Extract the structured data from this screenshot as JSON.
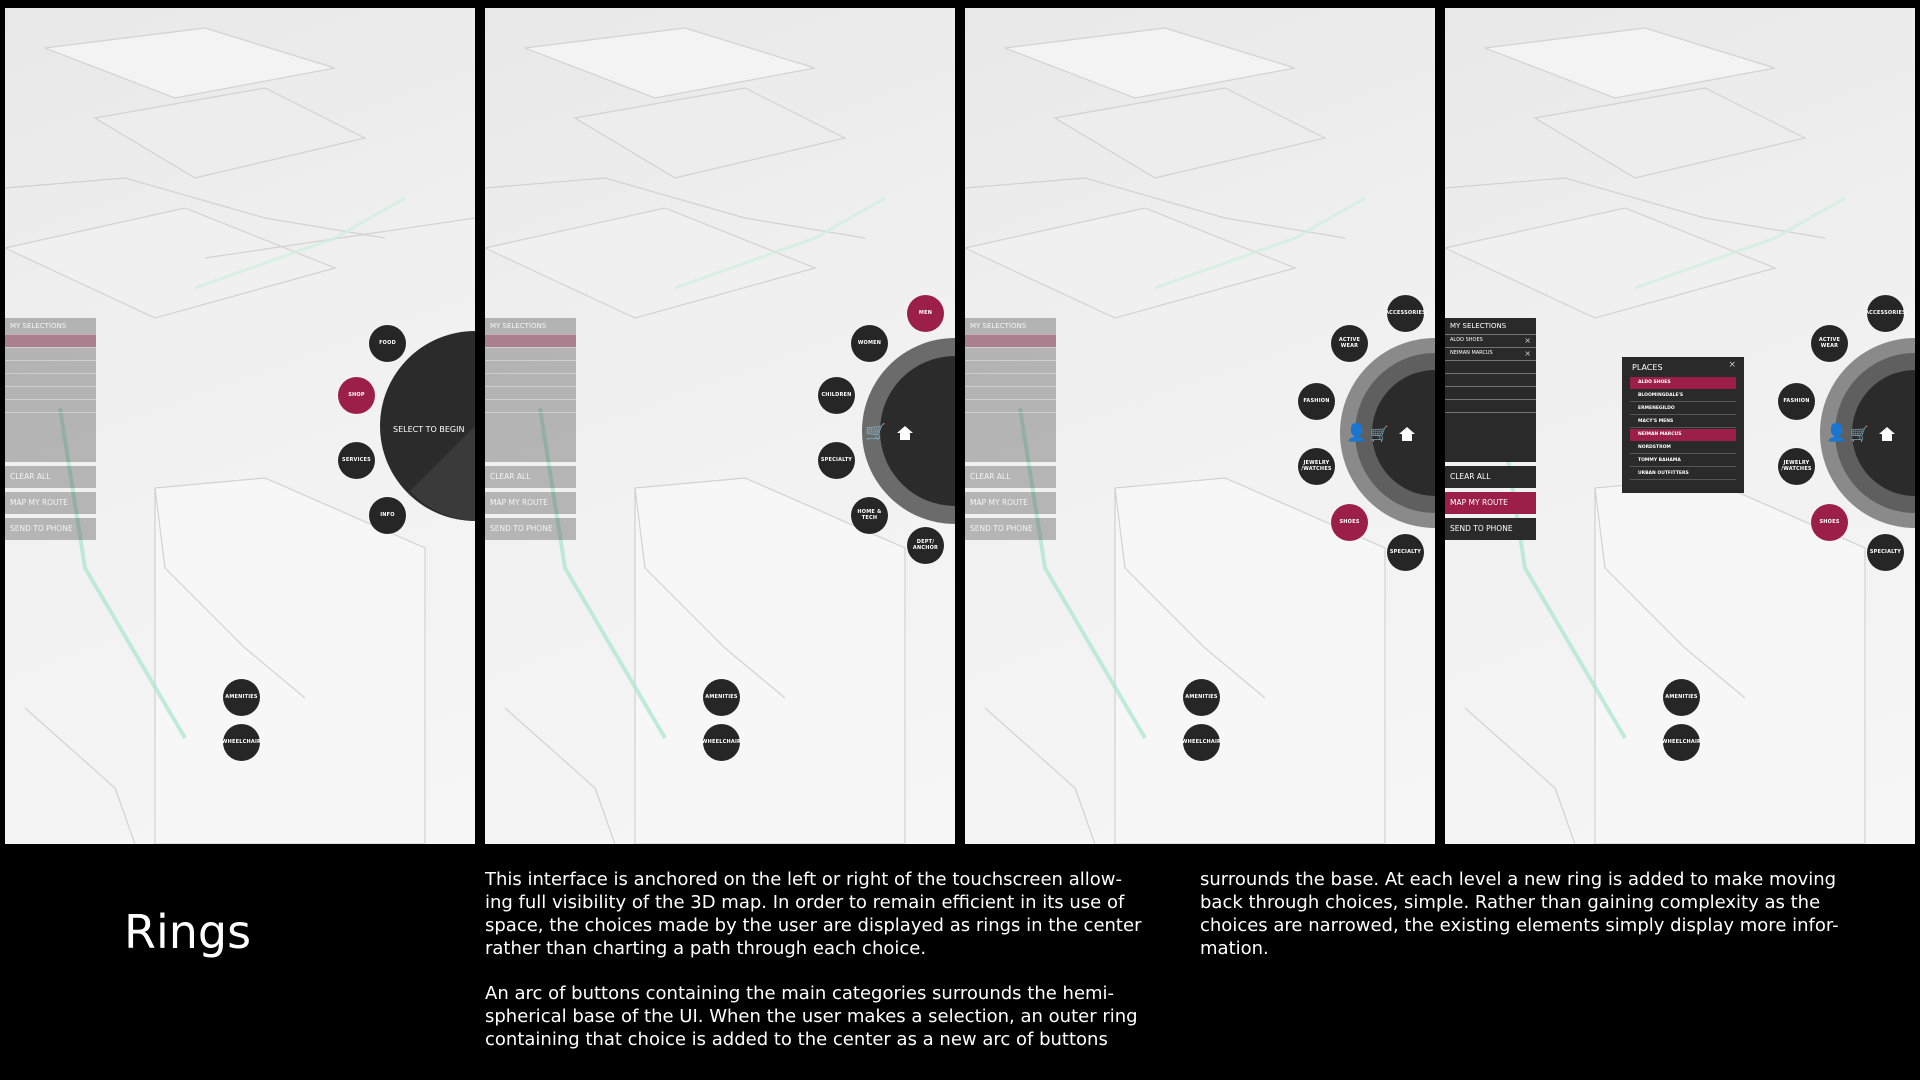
{
  "sidebar": {
    "header": "MY SELECTIONS",
    "actions": {
      "clear": "CLEAR ALL",
      "route": "MAP MY ROUTE",
      "phone": "SEND TO PHONE"
    },
    "selections": [
      "ALDO SHOES",
      "NEIMAN MARCUS"
    ]
  },
  "amenities": {
    "amenities": "AMENITIES",
    "wheelchair": "WHEELCHAIR"
  },
  "panel1": {
    "center": "SELECT TO BEGIN",
    "buttons": {
      "food": "FOOD",
      "shop": "SHOP",
      "services": "SERVICES",
      "info": "INFO"
    }
  },
  "panel2": {
    "buttons": {
      "men": "MEN",
      "women": "WOMEN",
      "children": "CHILDREN",
      "specialty": "SPECIALTY",
      "home": "HOME & TECH",
      "dept": "DEPT/ ANCHOR"
    }
  },
  "panel3": {
    "buttons": {
      "accessories": "ACCESSORIES",
      "active": "ACTIVE WEAR",
      "fashion": "FASHION",
      "jewelry": "JEWELRY /WATCHES",
      "shoes": "SHOES",
      "specialty": "SPECIALTY"
    }
  },
  "panel4": {
    "places_title": "PLACES",
    "places": [
      "ALDO SHOES",
      "BLOOMINGDALE'S",
      "ERMENEGILDO",
      "MACY'S MENS",
      "NEIMAN MARCUS",
      "NORDSTROM",
      "TOMMY BAHAMA",
      "URBAN OUTFITTERS"
    ]
  },
  "caption": {
    "title": "Rings",
    "col1_line1": "This interface is anchored on the left or right of the touchscreen allow-",
    "col1_line2": "ing full visibility of the 3D map. In order to remain efficient in its use of",
    "col1_line3": "space, the choices made by the user are displayed as rings in the center",
    "col1_line4": "rather than charting a path through each choice.",
    "col1_line5": "An arc of buttons containing the main categories surrounds the hemi-",
    "col1_line6": "spherical base of the UI. When the user makes a selection, an outer ring",
    "col1_line7": "containing that choice is added to the center as a new arc of buttons",
    "col2_line1": "surrounds the base. At each level a new ring is added to make moving",
    "col2_line2": "back through choices, simple. Rather than gaining complexity as the",
    "col2_line3": "choices are narrowed, the existing elements simply display more infor-",
    "col2_line4": "mation."
  },
  "colors": {
    "accent": "#9c1f4a",
    "button": "#262626",
    "ring": "#555555",
    "background": "#000000"
  }
}
